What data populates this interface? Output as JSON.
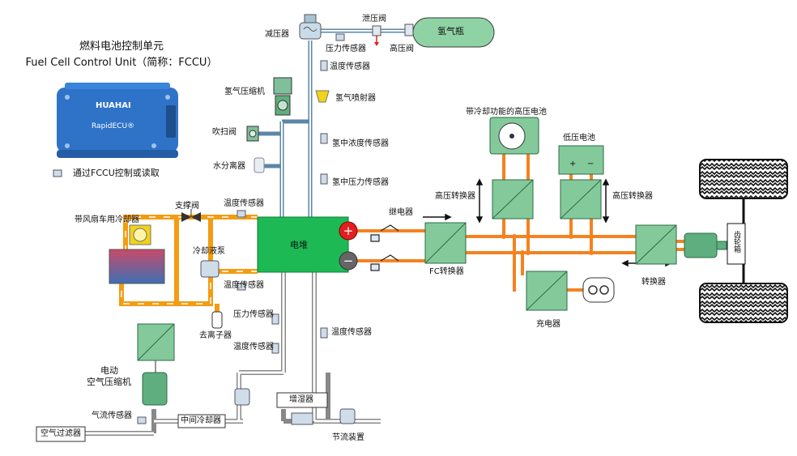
{
  "title": {
    "line1": "燃料电池控制单元",
    "line2": "Fuel Cell Control Unit（简称：FCCU）"
  },
  "ecu": {
    "brand": "HUAHAI",
    "model": "RapidECU®"
  },
  "legend": {
    "sensor_note": "通过FCCU控制或读取"
  },
  "labels": {
    "pressure_reducer": "减压器",
    "relief_valve": "泄压阀",
    "high_pressure_valve": "高压阀",
    "h2_tank": "氢气瓶",
    "pressure_sensor_top": "压力传感器",
    "temp_sensor_top": "温度传感器",
    "h2_compressor": "氢气压缩机",
    "h2_injector": "氢气喷射器",
    "purge_valve": "吹扫阀",
    "h2_concentration_sensor": "氢中浓度传感器",
    "water_separator": "水分离器",
    "h2_pressure_sensor": "氢中压力传感器",
    "support_valve": "支撑阀",
    "temp_sensor_coolant": "温度传感器",
    "radiator": "带风扇车用冷却器",
    "coolant_pump": "冷却液泵",
    "temp_sensor_pump": "温度传感器",
    "deionizer": "去离子器",
    "stack": "电堆",
    "relay": "继电器",
    "fc_converter": "FC转换器",
    "hv_battery_cooled": "带冷却功能的高压电池",
    "lv_battery": "低压电池",
    "hv_converter_left": "高压转换器",
    "hv_converter_right": "高压转换器",
    "converter": "转换器",
    "charger": "充电器",
    "gearbox": "齿轮箱",
    "electric_air_compressor_line1": "电动",
    "electric_air_compressor_line2": "空气压缩机",
    "airflow_sensor": "气流传感器",
    "air_filter": "空气过滤器",
    "intercooler": "中间冷却器",
    "pressure_sensor_air": "压力传感器",
    "temp_sensor_air": "温度传感器",
    "temp_sensor_exhaust": "温度传感器",
    "humidifier": "增湿器",
    "throttle": "节流装置"
  },
  "colors": {
    "hydrogen_pipe": "#5b86a6",
    "coolant_pipe": "#f39c12",
    "electric_line": "#f5821f",
    "stack_green": "#1db954",
    "converter_green": "#84c99a",
    "tank_green": "#8fd3a5",
    "ecu_blue": "#2f73c8",
    "positive_red": "#e02020",
    "negative_gray": "#666666"
  }
}
